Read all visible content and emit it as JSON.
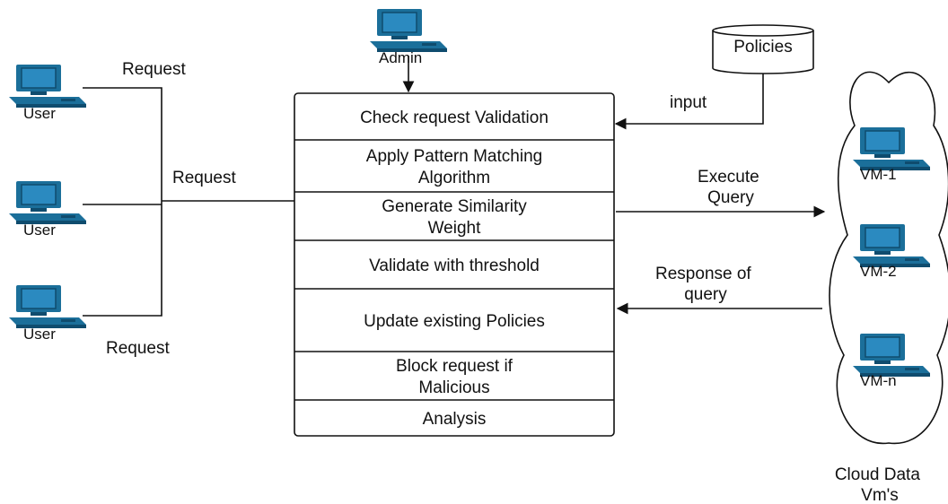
{
  "users": [
    {
      "label": "User"
    },
    {
      "label": "User"
    },
    {
      "label": "User"
    }
  ],
  "admin": {
    "label": "Admin"
  },
  "request_labels": [
    "Request",
    "Request",
    "Request"
  ],
  "policies": {
    "label": "Policies",
    "input_label": "input"
  },
  "process_steps": [
    {
      "lines": [
        "Check request Validation"
      ]
    },
    {
      "lines": [
        "Apply Pattern Matching",
        "Algorithm"
      ]
    },
    {
      "lines": [
        "Generate Similarity",
        "Weight"
      ]
    },
    {
      "lines": [
        "Validate with threshold"
      ]
    },
    {
      "lines": [
        "Update existing Policies"
      ]
    },
    {
      "lines": [
        "Block request if",
        "Malicious"
      ]
    },
    {
      "lines": [
        "Analysis"
      ]
    }
  ],
  "execute_label": [
    "Execute",
    "Query"
  ],
  "response_label": [
    "Response of",
    "query"
  ],
  "vms": [
    {
      "label": "VM-1"
    },
    {
      "label": "VM-2"
    },
    {
      "label": "VM-n"
    }
  ],
  "cloud_label": [
    "Cloud Data",
    "Vm's"
  ],
  "colors": {
    "computer": "#1b6f9a",
    "computer_dark": "#0f4c6e",
    "screen": "#2b8ac0",
    "line": "#111111"
  }
}
